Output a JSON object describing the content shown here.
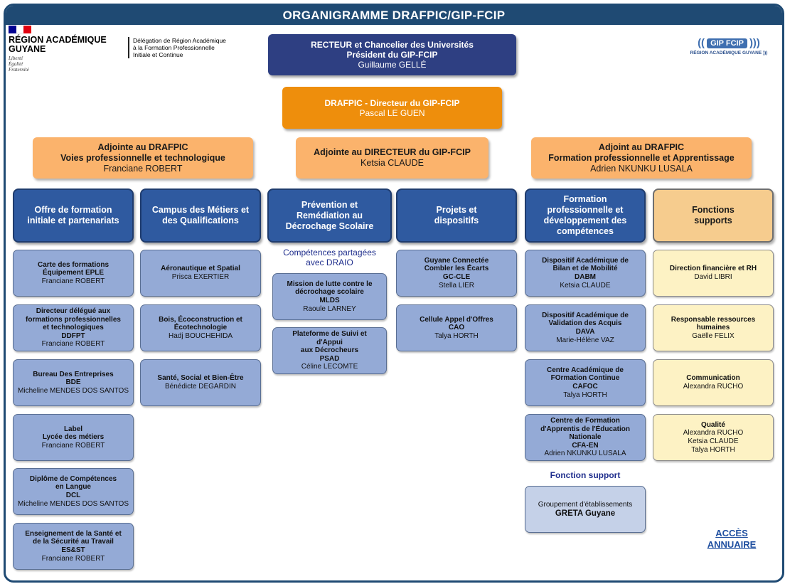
{
  "title": "ORGANIGRAMME DRAFPIC/GIP-FCIP",
  "logo_left": {
    "name_line1": "RÉGION ACADÉMIQUE",
    "name_line2": "GUYANE",
    "motto1": "Liberté",
    "motto2": "Égalité",
    "motto3": "Fraternité",
    "delegation1": "Délégation de Région Académique",
    "delegation2": "à la Formation Professionnelle",
    "delegation3": "Initiale et Continue",
    "flag_colors": [
      "#000091",
      "#ffffff",
      "#e1000f"
    ]
  },
  "logo_right": {
    "name": "GIP FCIP",
    "sub": "RÉGION ACADÉMIQUE GUYANE )))"
  },
  "rector": {
    "line1": "RECTEUR et Chancelier des Universités",
    "line2": "Président du GIP-FCIP",
    "name": "Guillaume GELLÉ"
  },
  "drafpic": {
    "title": "DRAFPIC - Directeur du GIP-FCIP",
    "name": "Pascal LE GUEN"
  },
  "adjoints": [
    {
      "line1": "Adjointe au DRAFPIC",
      "line2": "Voies professionnelle et technologique",
      "name": "Franciane ROBERT"
    },
    {
      "line1": "Adjointe au DIRECTEUR du GIP-FCIP",
      "line2": "",
      "name": "Ketsia CLAUDE"
    },
    {
      "line1": "Adjoint au DRAFPIC",
      "line2": "Formation professionnelle et Apprentissage",
      "name": "Adrien NKUNKU LUSALA"
    }
  ],
  "columns": [
    {
      "header": [
        "Offre de formation",
        "initiale et partenariats"
      ]
    },
    {
      "header": [
        "Campus des Métiers et",
        "des Qualifications"
      ]
    },
    {
      "header": [
        "Prévention et",
        "Remédiation au",
        "Décrochage Scolaire"
      ]
    },
    {
      "header": [
        "Projets et",
        "dispositifs"
      ]
    },
    {
      "header": [
        "Formation",
        "professionnelle et",
        "développement des",
        "compétences"
      ]
    },
    {
      "header": [
        "Fonctions",
        "supports"
      ]
    }
  ],
  "col1_items": [
    {
      "lines": [
        "Carte des formations",
        "Équipement EPLE"
      ],
      "name": "Franciane ROBERT"
    },
    {
      "lines": [
        "Directeur délégué aux",
        "formations professionnelles",
        "et technologiques",
        "DDFPT"
      ],
      "name": "Franciane ROBERT"
    },
    {
      "lines": [
        "Bureau Des Entreprises",
        "BDE"
      ],
      "name": "Micheline MENDES DOS SANTOS"
    },
    {
      "lines": [
        "Label",
        "Lycée des métiers"
      ],
      "name": "Franciane ROBERT"
    },
    {
      "lines": [
        "Diplôme de Compétences",
        "en Langue",
        "DCL"
      ],
      "name": "Micheline MENDES DOS SANTOS"
    },
    {
      "lines": [
        "Enseignement de la Santé et",
        "de la Sécurité au Travail",
        "ES&ST"
      ],
      "name": "Franciane ROBERT"
    }
  ],
  "col2_items": [
    {
      "lines": [
        "Aéronautique et Spatial"
      ],
      "name": "Prisca EXERTIER"
    },
    {
      "lines": [
        "Bois, Écoconstruction et",
        "Écotechnologie"
      ],
      "name": "Hadj BOUCHEHIDA"
    },
    {
      "lines": [
        "Santé, Social et Bien-Être"
      ],
      "name": "Bénédicte DEGARDIN"
    }
  ],
  "col3_note": [
    "Compétences partagées",
    "avec DRAIO"
  ],
  "col3_items": [
    {
      "lines": [
        "Mission de lutte contre le",
        "décrochage scolaire",
        "MLDS"
      ],
      "name": "Raoule LARNEY"
    },
    {
      "lines": [
        "Plateforme de Suivi et",
        "d'Appui",
        "aux Décrocheurs",
        "PSAD"
      ],
      "name": "Céline LECOMTE"
    }
  ],
  "col4_items": [
    {
      "lines": [
        "Guyane Connectée",
        "Combler les Écarts",
        "GC-CLE"
      ],
      "name": "Stella LIER"
    },
    {
      "lines": [
        "Cellule Appel d'Offres",
        "CAO"
      ],
      "name": "Talya HORTH"
    }
  ],
  "col5_items": [
    {
      "lines": [
        "Dispositif Académique de",
        "Bilan et de Mobilité",
        "DABM"
      ],
      "name": "Ketsia CLAUDE"
    },
    {
      "lines": [
        "Dispositif Académique de",
        "Validation des Acquis",
        "DAVA"
      ],
      "name": "Marie-Hélène VAZ"
    },
    {
      "lines": [
        "Centre Académique de",
        "FOrmation Continue",
        "CAFOC"
      ],
      "name": "Talya HORTH"
    },
    {
      "lines": [
        "Centre de Formation",
        "d'Apprentis de l'Éducation",
        "Nationale",
        "CFA-EN"
      ],
      "name": "Adrien NKUNKU LUSALA"
    }
  ],
  "col5_note": "Fonction support",
  "greta": {
    "line1": "Groupement d'établissements",
    "line2": "GRETA Guyane"
  },
  "col6_items": [
    {
      "lines": [
        "Direction financière et RH"
      ],
      "names": [
        "David LIBRI"
      ]
    },
    {
      "lines": [
        "Responsable ressources",
        "humaines"
      ],
      "names": [
        "Gaëlle FELIX"
      ]
    },
    {
      "lines": [
        "Communication"
      ],
      "names": [
        "Alexandra RUCHO"
      ]
    },
    {
      "lines": [
        "Qualité"
      ],
      "names": [
        "Alexandra RUCHO",
        "Ketsia CLAUDE",
        "Talya HORTH"
      ]
    }
  ],
  "acces": {
    "line1": "ACCÈS",
    "line2": "ANNUAIRE"
  }
}
